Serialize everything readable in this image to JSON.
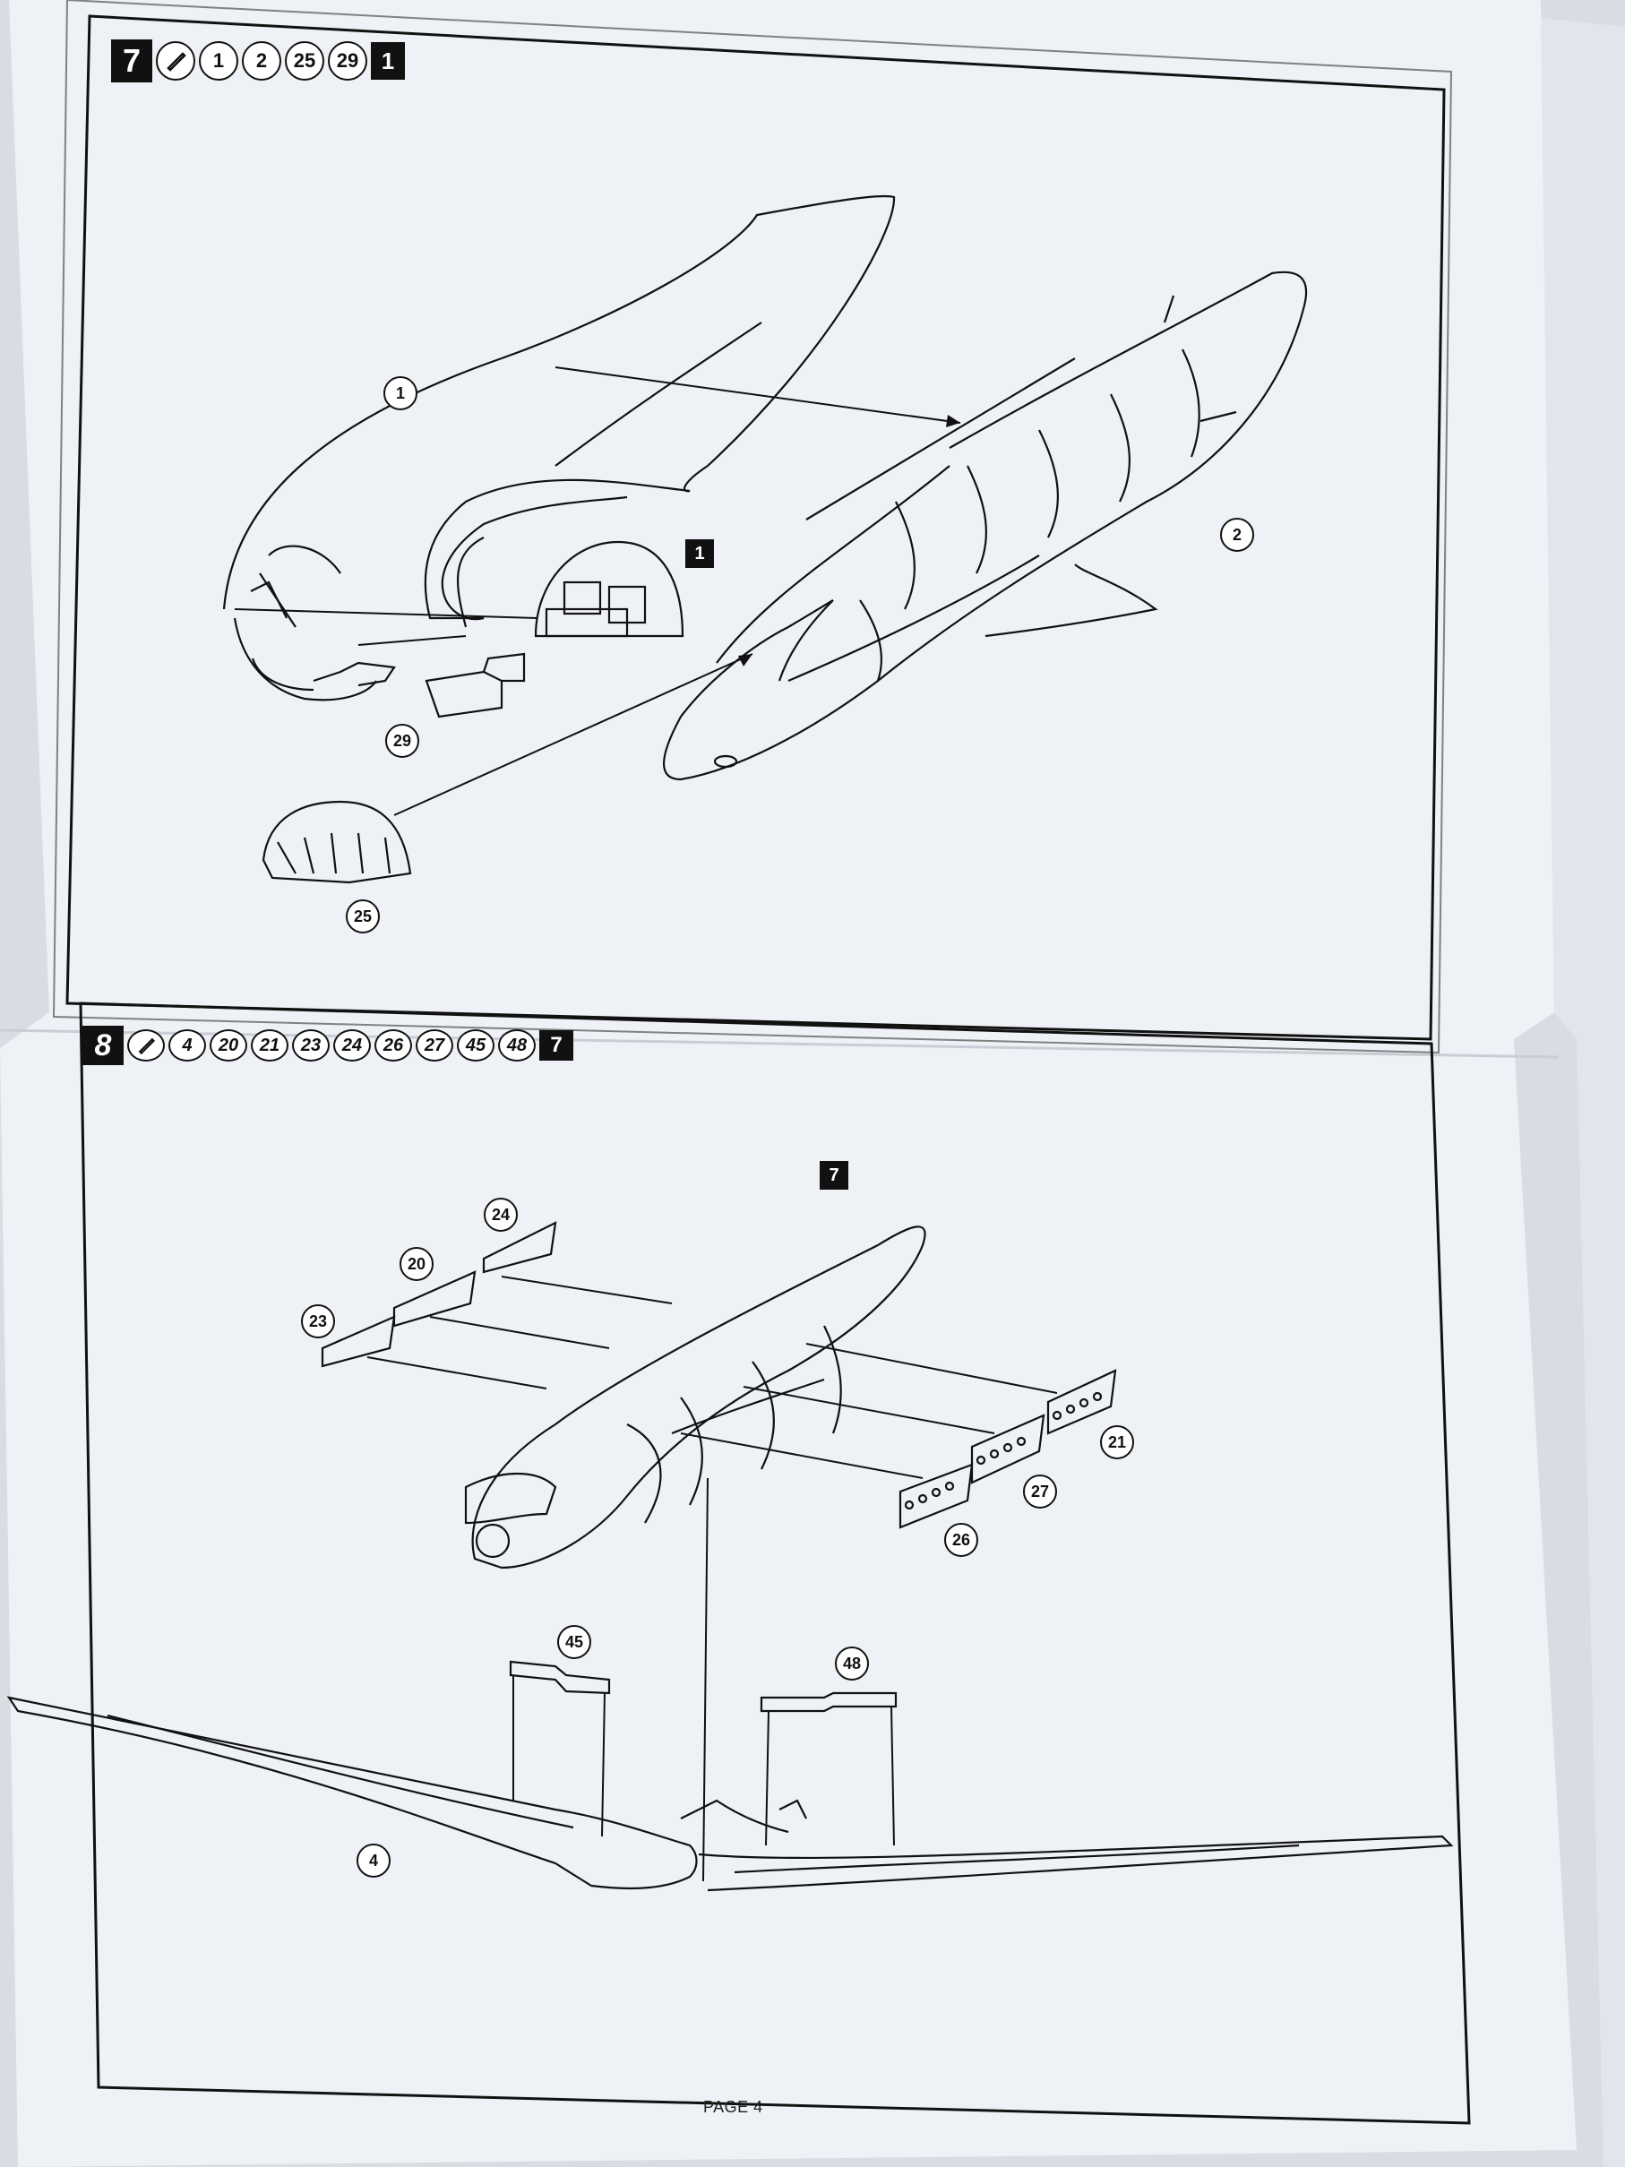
{
  "step7": {
    "number": "7",
    "parts": [
      "1",
      "2",
      "25",
      "29"
    ],
    "ref_step": "1",
    "icon": "glue-tube-icon",
    "callouts": {
      "part1": "1",
      "part2": "2",
      "part29": "29",
      "part25": "25"
    },
    "subassembly_ref": "1"
  },
  "step8": {
    "number": "8",
    "parts": [
      "4",
      "20",
      "21",
      "23",
      "24",
      "26",
      "27",
      "45",
      "48"
    ],
    "ref_step": "7",
    "icon": "glue-tube-icon",
    "callouts": {
      "part24": "24",
      "part20": "20",
      "part23": "23",
      "part21": "21",
      "part27": "27",
      "part26": "26",
      "part45": "45",
      "part48": "48",
      "part4": "4"
    },
    "subassembly_ref": "7"
  },
  "footer": {
    "page": "PAGE 4"
  },
  "colors": {
    "paper": "#eef1f5",
    "ink": "#111111",
    "background": "#d9dde3"
  }
}
